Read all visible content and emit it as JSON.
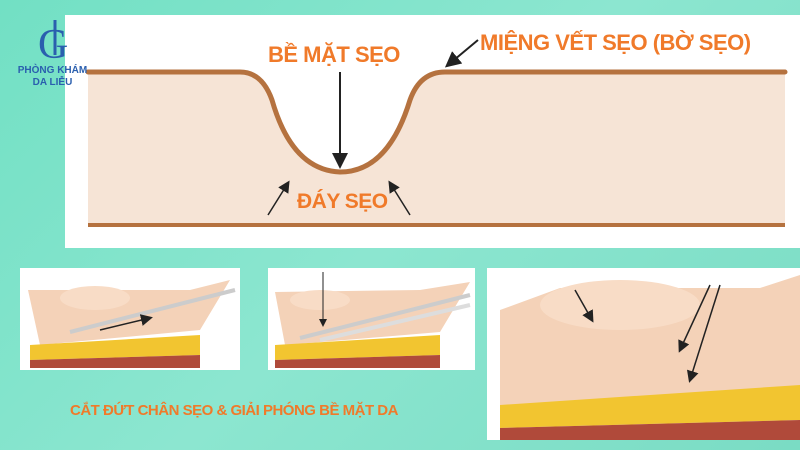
{
  "logo": {
    "monogram": "LG",
    "line1": "PHÒNG KHÁM",
    "line2": "DA LIỄU"
  },
  "diagram": {
    "label_surface": "BỀ MẶT SẸO",
    "label_edge": "MIỆNG VẾT SẸO (BỜ SẸO)",
    "label_bottom": "ĐÁY SẸO",
    "caption": "CẮT ĐỨT CHÂN SẸO & GIẢI PHÓNG BỀ MẶT DA"
  },
  "colors": {
    "label": "#f07a2a",
    "skin_line": "#b5723f",
    "skin_fill": "#f6e4d6",
    "fat": "#f2c530",
    "background": "#7de0c8"
  }
}
